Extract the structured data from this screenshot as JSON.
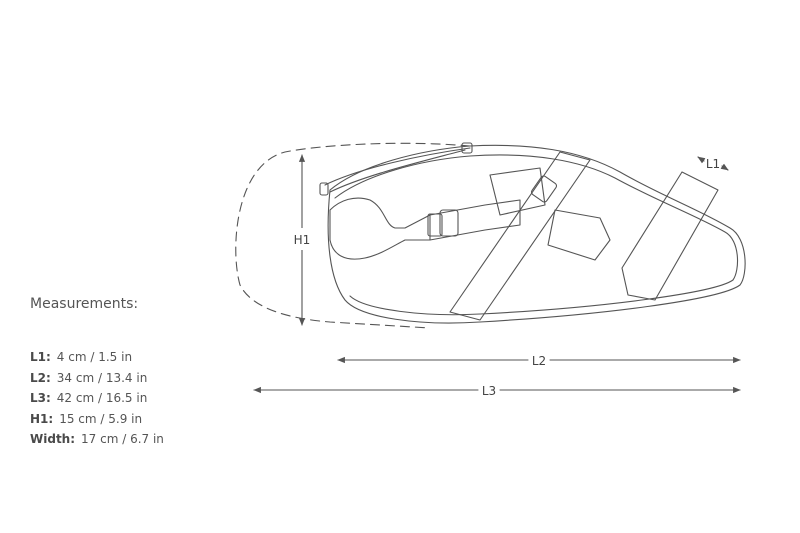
{
  "heading": "Measurements:",
  "measurements": [
    {
      "key": "L1:",
      "value": "4 cm  /  1.5 in"
    },
    {
      "key": "L2:",
      "value": "34 cm  /  13.4 in"
    },
    {
      "key": "L3:",
      "value": "42 cm  /  16.5 in"
    },
    {
      "key": "H1:",
      "value": "15 cm  /  5.9 in"
    },
    {
      "key": "Width:",
      "value": "17 cm  /  6.7 in"
    }
  ],
  "diagram": {
    "labels": {
      "h1": "H1",
      "l1": "L1",
      "l2": "L2",
      "l3": "L3"
    },
    "line_color": "#555555",
    "subject": "saddle-bag line drawing"
  }
}
